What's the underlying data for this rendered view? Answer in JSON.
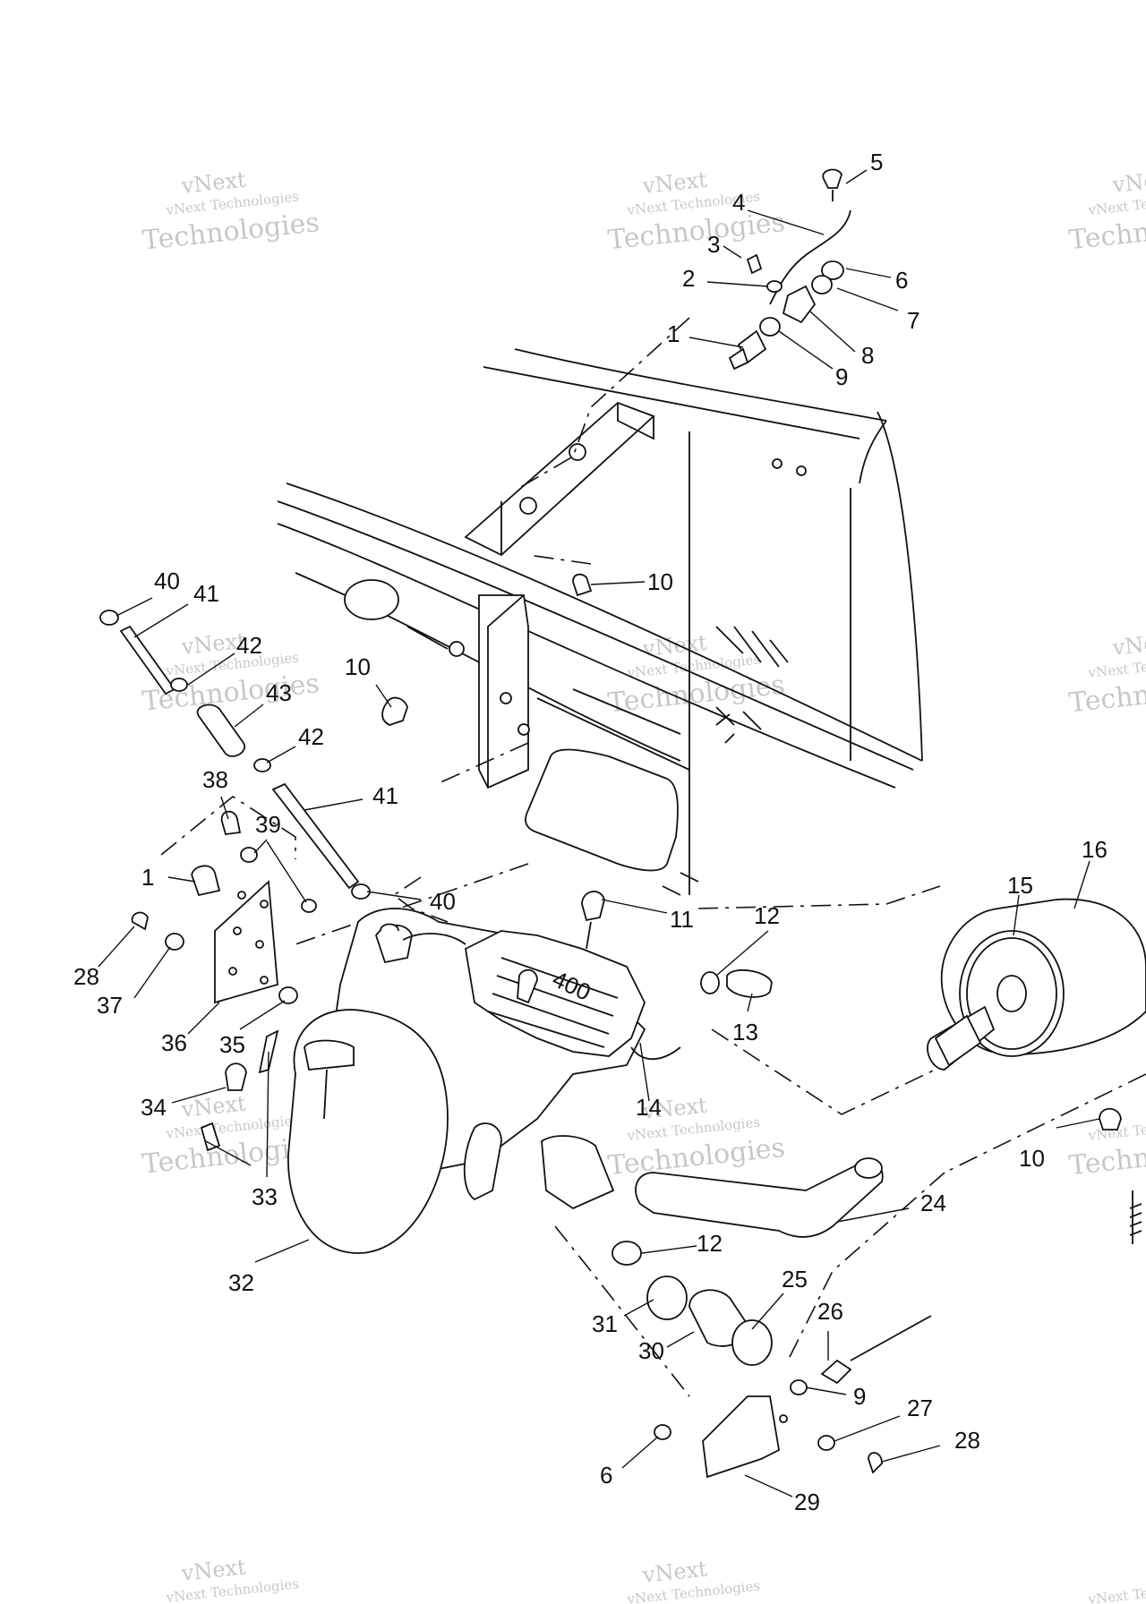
{
  "watermark": {
    "line1": "vNext",
    "line2": "vNext Technologies",
    "line3": "Technologies"
  },
  "callouts": [
    {
      "id": "c5",
      "label": "5"
    },
    {
      "id": "c4",
      "label": "4"
    },
    {
      "id": "c3",
      "label": "3"
    },
    {
      "id": "c6a",
      "label": "6"
    },
    {
      "id": "c2",
      "label": "2"
    },
    {
      "id": "c7",
      "label": "7"
    },
    {
      "id": "c1a",
      "label": "1"
    },
    {
      "id": "c8",
      "label": "8"
    },
    {
      "id": "c9a",
      "label": "9"
    },
    {
      "id": "c10a",
      "label": "10"
    },
    {
      "id": "c40a",
      "label": "40"
    },
    {
      "id": "c41a",
      "label": "41"
    },
    {
      "id": "c42a",
      "label": "42"
    },
    {
      "id": "c43",
      "label": "43"
    },
    {
      "id": "c10b",
      "label": "10"
    },
    {
      "id": "c42b",
      "label": "42"
    },
    {
      "id": "c41b",
      "label": "41"
    },
    {
      "id": "c38",
      "label": "38"
    },
    {
      "id": "c39",
      "label": "39"
    },
    {
      "id": "c1b",
      "label": "1"
    },
    {
      "id": "c40b",
      "label": "40"
    },
    {
      "id": "c11",
      "label": "11"
    },
    {
      "id": "c12a",
      "label": "12"
    },
    {
      "id": "c16",
      "label": "16"
    },
    {
      "id": "c15",
      "label": "15"
    },
    {
      "id": "c28a",
      "label": "28"
    },
    {
      "id": "c37",
      "label": "37"
    },
    {
      "id": "c36",
      "label": "36"
    },
    {
      "id": "c35",
      "label": "35"
    },
    {
      "id": "c13",
      "label": "13"
    },
    {
      "id": "c34",
      "label": "34"
    },
    {
      "id": "c14",
      "label": "14"
    },
    {
      "id": "c10c",
      "label": "10"
    },
    {
      "id": "c33",
      "label": "33"
    },
    {
      "id": "c24",
      "label": "24"
    },
    {
      "id": "c32",
      "label": "32"
    },
    {
      "id": "c12b",
      "label": "12"
    },
    {
      "id": "c25",
      "label": "25"
    },
    {
      "id": "c26",
      "label": "26"
    },
    {
      "id": "c31",
      "label": "31"
    },
    {
      "id": "c30",
      "label": "30"
    },
    {
      "id": "c9b",
      "label": "9"
    },
    {
      "id": "c27",
      "label": "27"
    },
    {
      "id": "c28b",
      "label": "28"
    },
    {
      "id": "c6b",
      "label": "6"
    },
    {
      "id": "c29",
      "label": "29"
    }
  ]
}
